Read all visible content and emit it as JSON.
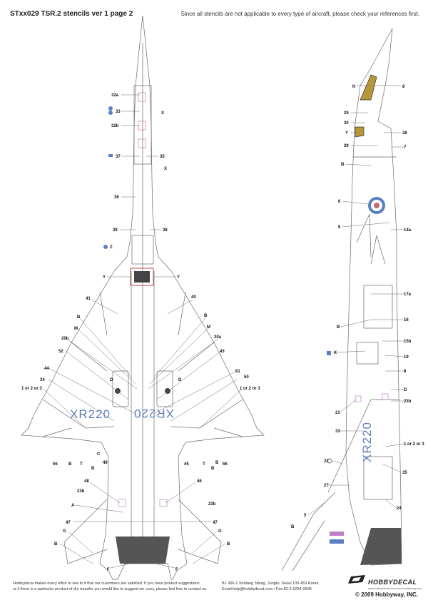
{
  "header": {
    "title": "STxx029 TSR.2 stencils ver 1 page 2",
    "note": "Since all stencils are not applicable to every type of aircraft, please check your references first."
  },
  "colors": {
    "outline": "#6a6a6a",
    "serial_blue": "#5f7fb8",
    "roundel_blue": "#5a7fc0",
    "roundel_red": "#c06a78",
    "canopy_gold": "#b8963a",
    "dark_panel": "#555555",
    "stencil_red": "#c04848",
    "stencil_pink": "#c080c8"
  },
  "plan_view": {
    "serial_left": "XR220",
    "serial_right": "XR220",
    "labels": {
      "l32a": "32a",
      "l33": "33",
      "l32b": "32b",
      "lX1": "X",
      "l37": "37",
      "l35": "35",
      "lX2": "X",
      "l36": "36",
      "l39": "39",
      "l38": "38",
      "lZ": "Z",
      "lY1": "Y",
      "lY2": "Y",
      "l41": "41",
      "l40": "40",
      "lB1": "B",
      "lB2": "B",
      "lM1": "M",
      "lM2": "M",
      "l20b": "20b",
      "l20a": "20a",
      "l52": "52",
      "l43": "43",
      "l44": "44",
      "lD1": "D",
      "lD2": "D",
      "l51": "51",
      "l50": "50",
      "l34": "34",
      "l1or2or3a": "1 or 2 or 3",
      "l1or2or3b": "1 or 2 or 3",
      "l55": "55",
      "lB3": "B",
      "lT1": "T",
      "lB4": "B",
      "lC": "C",
      "l49": "49",
      "l45": "45",
      "lT2": "T",
      "lB5": "B",
      "lB6": "B",
      "l56": "56",
      "l48": "48",
      "l46": "46",
      "l23b1": "23b",
      "l23b2": "23b",
      "lA": "A",
      "l47a": "47",
      "l47b": "47",
      "lG1": "G",
      "lG2": "G",
      "lB7": "B",
      "lB8": "B",
      "lF1": "F",
      "lF2": "F"
    }
  },
  "side_view": {
    "serial": "XR220",
    "labels": {
      "sH": "H",
      "s8a": "8",
      "s29a": "29",
      "s30": "30",
      "sY": "Y",
      "s28": "28",
      "s29b": "29",
      "s7": "7",
      "sB1": "B",
      "s6": "6",
      "s5a": "5",
      "s14a": "14a",
      "s17a": "17a",
      "sB2": "B",
      "s16": "16",
      "sX": "X",
      "s15b": "15b",
      "s19": "19",
      "s8b": "8",
      "sD": "D",
      "s23b": "23b",
      "s21": "21",
      "s33": "33",
      "s1or2or3": "1 or 2 or 3",
      "s35": "35",
      "s22": "22",
      "s27": "27",
      "s5b": "5",
      "s24": "24",
      "sB3": "B"
    }
  },
  "footer": {
    "left_line1": "Hobbydecal makes every effort to see to it that our customers are satisfied. If you have product suggestions",
    "left_line2": "or if there is a particular product of dry transfer you would like to suggest we carry, please feel free to contact us.",
    "address": "B1 366-1 Sindang 3dong, Jungtu, Seoul 100-453 Korea",
    "contact": "Email:help@hobbydecal.com / Fax:82-2-6234-0508",
    "brand": "HOBBYDECAL",
    "brand_url": "www.hobbydecal.com www.hobbyway.com",
    "copyright": "© 2009 Hobbyway, INC."
  }
}
